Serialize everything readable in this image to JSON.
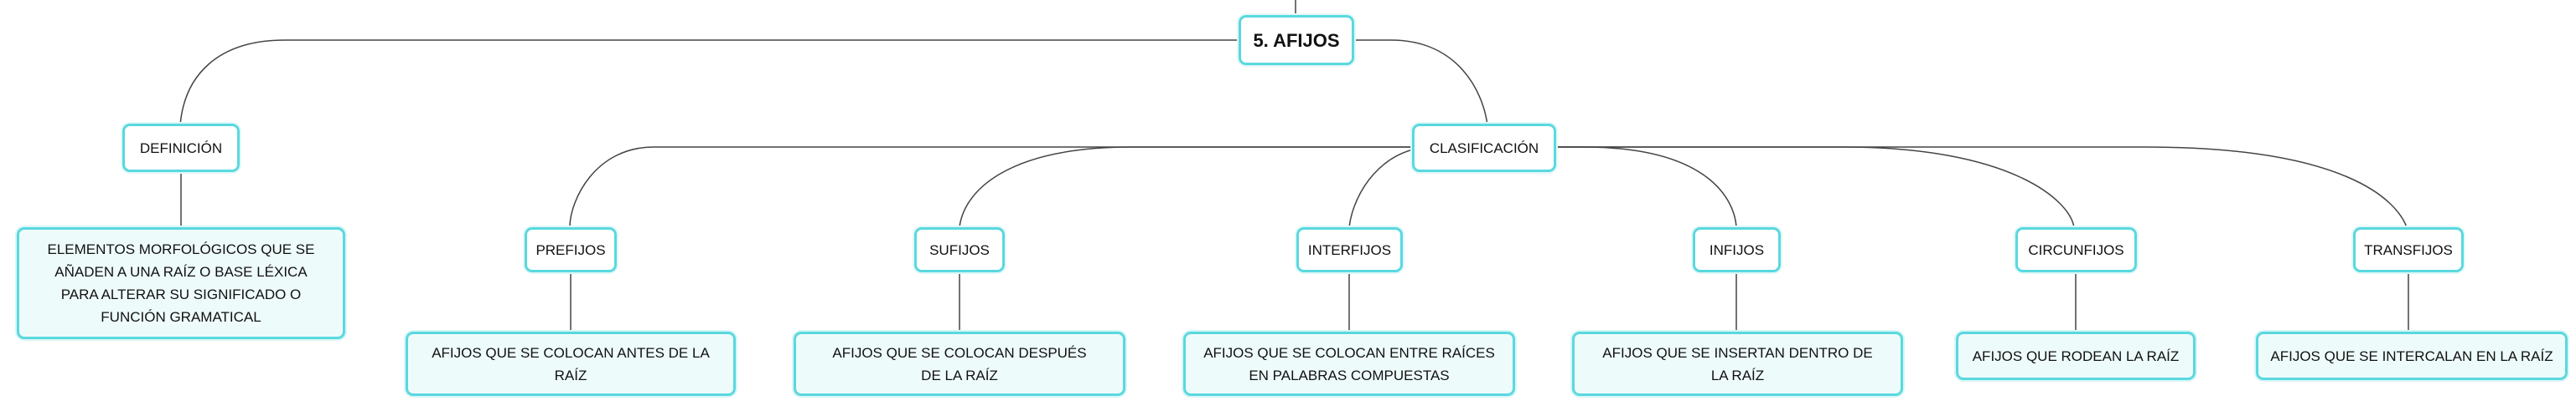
{
  "colors": {
    "node_border": "#5ad8df",
    "leaf_fill": "#eefbfb",
    "link": "#444444"
  },
  "root": {
    "label": "5. AFIJOS"
  },
  "definition": {
    "label": "DEFINICIÓN",
    "text": "ELEMENTOS MORFOLÓGICOS QUE SE AÑADEN A UNA RAÍZ O BASE LÉXICA PARA ALTERAR SU SIGNIFICADO O FUNCIÓN GRAMATICAL"
  },
  "classification": {
    "label": "CLASIFICACIÓN",
    "types": [
      {
        "label": "PREFIJOS",
        "description": "AFIJOS QUE SE COLOCAN ANTES DE LA RAÍZ"
      },
      {
        "label": "SUFIJOS",
        "description": "AFIJOS QUE SE COLOCAN DESPUÉS DE LA RAÍZ"
      },
      {
        "label": "INTERFIJOS",
        "description": "AFIJOS QUE SE COLOCAN ENTRE RAÍCES EN PALABRAS COMPUESTAS"
      },
      {
        "label": "INFIJOS",
        "description": "AFIJOS QUE SE INSERTAN DENTRO DE LA RAÍZ"
      },
      {
        "label": "CIRCUNFIJOS",
        "description": "AFIJOS QUE RODEAN LA RAÍZ"
      },
      {
        "label": "TRANSFIJOS",
        "description": "AFIJOS QUE SE INTERCALAN EN LA RAÍZ"
      }
    ]
  }
}
